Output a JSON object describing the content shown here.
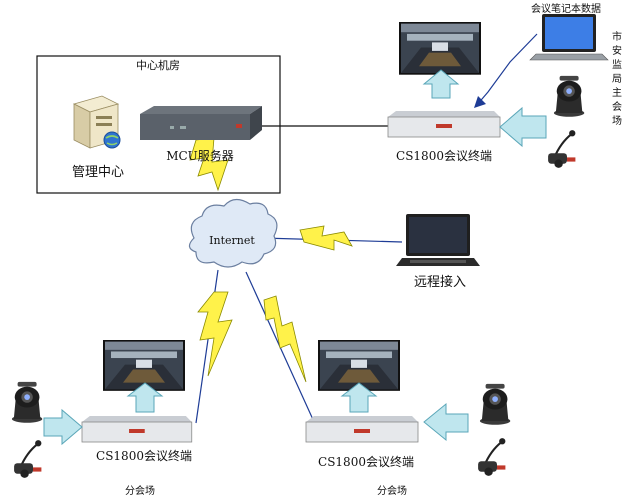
{
  "center_room": {
    "title": "中心机房"
  },
  "management": {
    "label": "管理中心"
  },
  "mcu": {
    "label": "MCU服务器"
  },
  "cloud": {
    "label": "Internet"
  },
  "main_site": {
    "terminal_label": "CS1800会议终端",
    "laptop_label": "会议笔记本数据",
    "site_chars": [
      "市",
      "安",
      "监",
      "局",
      "主",
      "会",
      "场"
    ]
  },
  "remote": {
    "label": "远程接入"
  },
  "branch_left": {
    "terminal_label": "CS1800会议终端",
    "site_label": "分会场"
  },
  "branch_right": {
    "terminal_label": "CS1800会议终端",
    "site_label": "分会场"
  },
  "colors": {
    "bolt_fill": "#fff24a",
    "bolt_stroke": "#8a8a00",
    "arrow_fill": "#bfe6ee",
    "arrow_stroke": "#5aa6b8",
    "link_blue": "#1e3c96",
    "cloud_fill": "#dfe9f6"
  }
}
